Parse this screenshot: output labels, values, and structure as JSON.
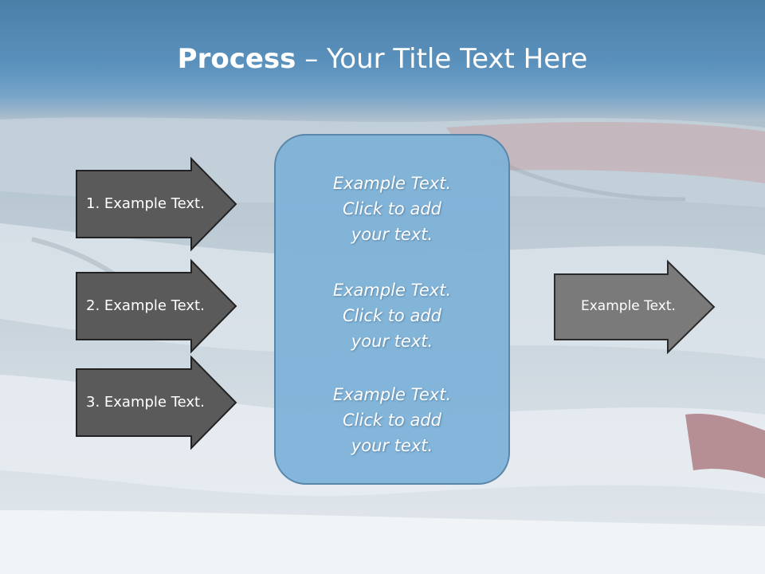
{
  "title": {
    "bold": "Process",
    "dash": " – ",
    "rest": "Your Title Text Here"
  },
  "left_arrows": [
    {
      "label": "1. Example Text."
    },
    {
      "label": "2. Example Text."
    },
    {
      "label": "3. Example Text."
    }
  ],
  "center_box": {
    "blocks": [
      {
        "line1": "Example Text.",
        "line2": "Click  to add",
        "line3": "your text."
      },
      {
        "line1": "Example Text.",
        "line2": "Click  to add",
        "line3": "your text."
      },
      {
        "line1": "Example Text.",
        "line2": "Click  to add",
        "line3": "your text."
      }
    ]
  },
  "right_arrow": {
    "label": "Example Text."
  },
  "colors": {
    "header_blue": "#4a7fa8",
    "arrow_dark": "#5a5a5a",
    "arrow_mid": "#7a7a7a",
    "box_blue": "#7eb2d8"
  }
}
